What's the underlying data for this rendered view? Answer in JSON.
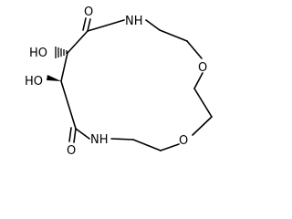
{
  "structure": {
    "atoms": {
      "o_top": "O",
      "nh_top": "NH",
      "ho_top": "HO",
      "ho_bottom": "HO",
      "o_ring_upper": "O",
      "o_bottom": "O",
      "nh_bottom": "NH",
      "o_ring_lower": "O"
    },
    "stereo": {
      "hash_bond": "C2 → OH (hashed wedge)",
      "wedge_bond": "C3 → OH (bold wedge)"
    },
    "colors": {
      "ink": "#000000",
      "background": "#ffffff"
    }
  }
}
